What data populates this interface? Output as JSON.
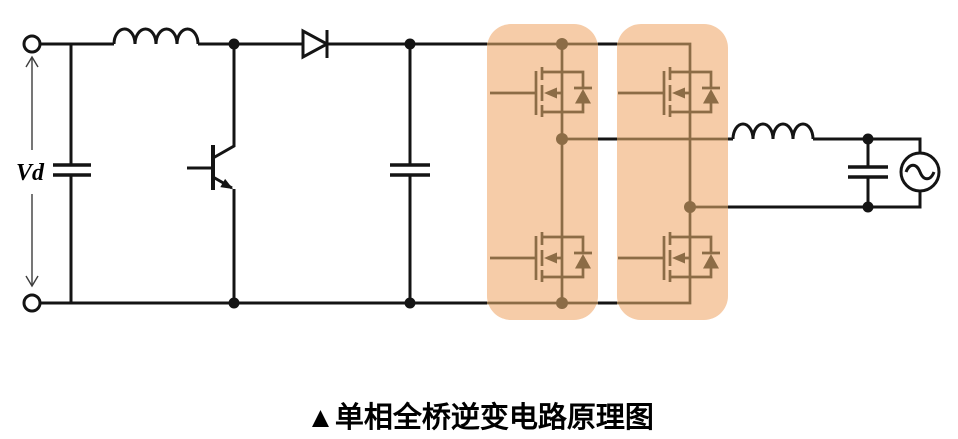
{
  "figure": {
    "caption": "▲单相全桥逆变电路原理图"
  },
  "labels": {
    "dc_input_voltage": "Vd"
  },
  "colors": {
    "bg": "#ffffff",
    "wire": "#141414",
    "highlight": "#F6CCA8",
    "bridge": "#8C6C46",
    "text": "#000000",
    "arrow": "#3d3d3d"
  },
  "components": {
    "dc_input": [
      "input-terminal-top",
      "input-terminal-bottom",
      "voltage-arrow",
      "input-filter-capacitor"
    ],
    "front_stage": [
      "boost-inductor",
      "npn-transistor",
      "blocking-diode",
      "dc-link-capacitor"
    ],
    "inverter_bridge": {
      "highlighted_legs": 2,
      "switches": [
        "mosfet-q1",
        "mosfet-q2",
        "mosfet-q3",
        "mosfet-q4"
      ],
      "switch_type": "n-mosfet-with-body-diode"
    },
    "output_stage": [
      "output-filter-inductor",
      "output-filter-capacitor",
      "ac-source"
    ]
  }
}
